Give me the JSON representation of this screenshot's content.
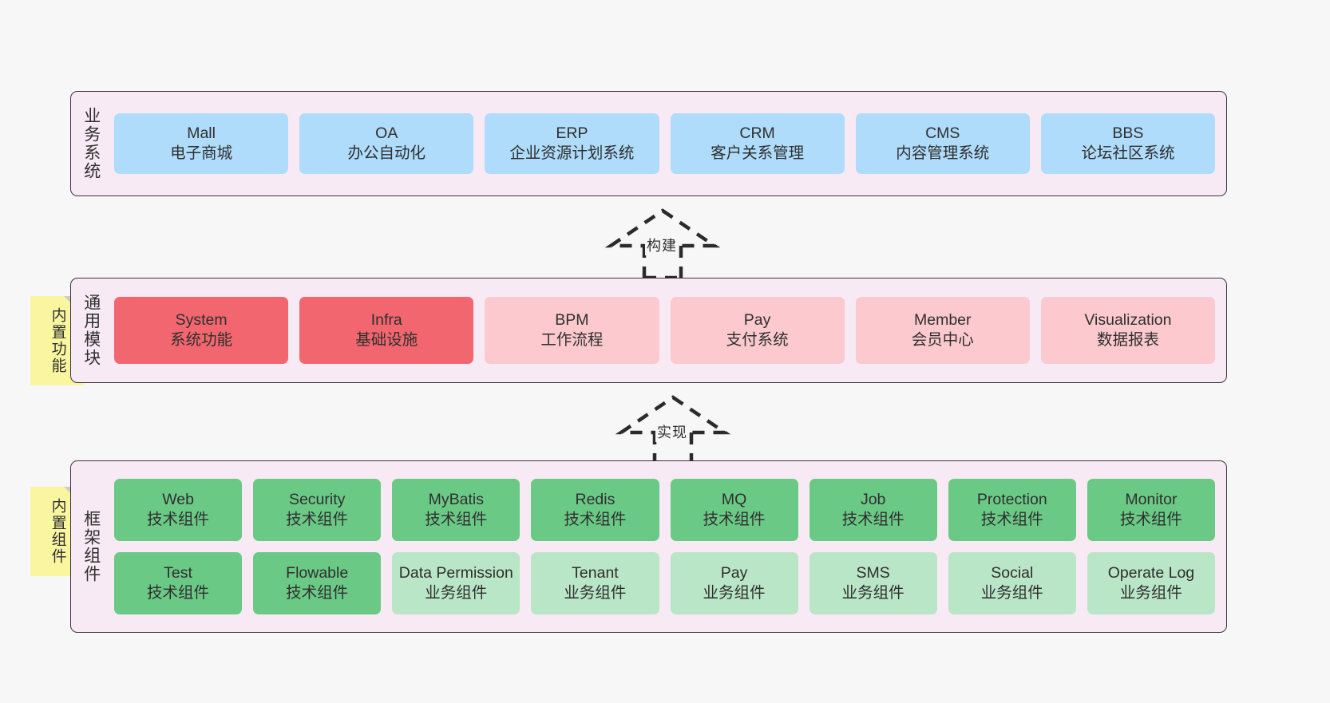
{
  "diagram": {
    "background_color": "#f7f7f7",
    "layer_fill": "#F8EAF4",
    "layer_border": "#3a3340",
    "sticky_color": "#FAF6A0",
    "colors": {
      "blue": "#AEDCFA",
      "red": "#F2676F",
      "pink": "#FBC9CE",
      "green": "#6BC986",
      "light_green": "#B9E6C6"
    }
  },
  "layers": [
    {
      "id": "business-system",
      "title": "业务系统",
      "rows": [
        {
          "cards": [
            {
              "name": "Mall",
              "desc": "电子商城",
              "color": "blue"
            },
            {
              "name": "OA",
              "desc": "办公自动化",
              "color": "blue"
            },
            {
              "name": "ERP",
              "desc": "企业资源计划系统",
              "color": "blue"
            },
            {
              "name": "CRM",
              "desc": "客户关系管理",
              "color": "blue"
            },
            {
              "name": "CMS",
              "desc": "内容管理系统",
              "color": "blue"
            },
            {
              "name": "BBS",
              "desc": "论坛社区系统",
              "color": "blue"
            }
          ]
        }
      ]
    },
    {
      "id": "common-module",
      "title": "通用模块",
      "sticky": "内置功能",
      "rows": [
        {
          "cards": [
            {
              "name": "System",
              "desc": "系统功能",
              "color": "red"
            },
            {
              "name": "Infra",
              "desc": "基础设施",
              "color": "red"
            },
            {
              "name": "BPM",
              "desc": "工作流程",
              "color": "pink"
            },
            {
              "name": "Pay",
              "desc": "支付系统",
              "color": "pink"
            },
            {
              "name": "Member",
              "desc": "会员中心",
              "color": "pink"
            },
            {
              "name": "Visualization",
              "desc": "数据报表",
              "color": "pink"
            }
          ]
        }
      ]
    },
    {
      "id": "framework-component",
      "title": "框架组件",
      "sticky": "内置组件",
      "rows": [
        {
          "cards": [
            {
              "name": "Web",
              "desc": "技术组件",
              "color": "green"
            },
            {
              "name": "Security",
              "desc": "技术组件",
              "color": "green"
            },
            {
              "name": "MyBatis",
              "desc": "技术组件",
              "color": "green"
            },
            {
              "name": "Redis",
              "desc": "技术组件",
              "color": "green"
            },
            {
              "name": "MQ",
              "desc": "技术组件",
              "color": "green"
            },
            {
              "name": "Job",
              "desc": "技术组件",
              "color": "green"
            },
            {
              "name": "Protection",
              "desc": "技术组件",
              "color": "green"
            },
            {
              "name": "Monitor",
              "desc": "技术组件",
              "color": "green"
            }
          ]
        },
        {
          "cards": [
            {
              "name": "Test",
              "desc": "技术组件",
              "color": "green"
            },
            {
              "name": "Flowable",
              "desc": "技术组件",
              "color": "green"
            },
            {
              "name": "Data Permission",
              "desc": "业务组件",
              "color": "light_green",
              "wrap": true
            },
            {
              "name": "Tenant",
              "desc": "业务组件",
              "color": "light_green"
            },
            {
              "name": "Pay",
              "desc": "业务组件",
              "color": "light_green"
            },
            {
              "name": "SMS",
              "desc": "业务组件",
              "color": "light_green"
            },
            {
              "name": "Social",
              "desc": "业务组件",
              "color": "light_green"
            },
            {
              "name": "Operate Log",
              "desc": "业务组件",
              "color": "light_green"
            }
          ]
        }
      ]
    }
  ],
  "connectors": [
    {
      "id": "build",
      "label": "构建"
    },
    {
      "id": "implement",
      "label": "实现"
    }
  ]
}
